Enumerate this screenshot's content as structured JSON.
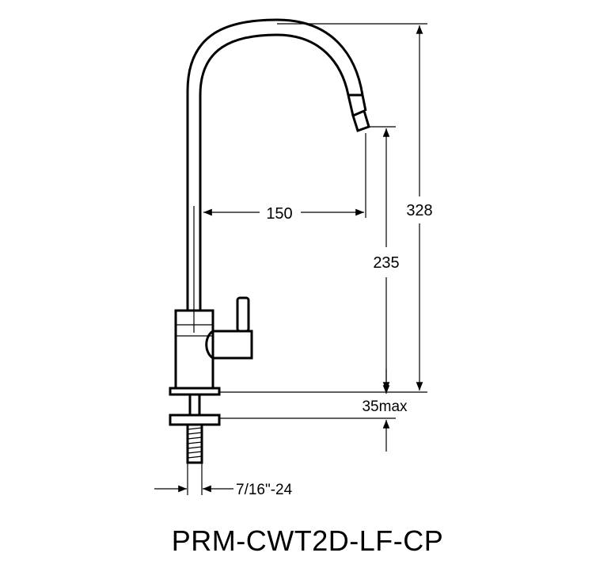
{
  "dimensions": {
    "reach": "150",
    "spout_height": "235",
    "total_height": "328",
    "mount_thickness": "35max",
    "thread": "7/16\"-24"
  },
  "model": "PRM-CWT2D-LF-CP"
}
